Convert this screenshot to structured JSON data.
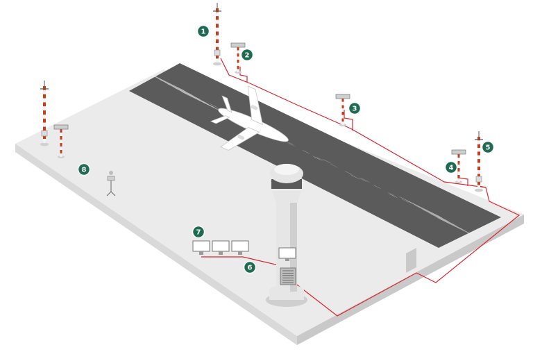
{
  "colors": {
    "platform_top": "#ebebeb",
    "platform_left": "#d9d9d9",
    "platform_front": "#c9c9c9",
    "runway": "#5b5b5b",
    "runway_marking": "#ffffff",
    "cable": "#d9262c",
    "callout_fill": "#1f6b52",
    "callout_text": "#ffffff",
    "mast_red": "#c2401e",
    "mast_white": "#f3f3f3",
    "tower": "#e6e6e6",
    "tower_shade": "#cfcfcf",
    "tower_window": "#5a5a5a",
    "aircraft": "#ffffff"
  },
  "callouts": [
    {
      "label": "1",
      "ref": "wind-mast-north"
    },
    {
      "label": "2",
      "ref": "sensor-station-north"
    },
    {
      "label": "3",
      "ref": "sensor-station-mid"
    },
    {
      "label": "4",
      "ref": "sensor-station-south"
    },
    {
      "label": "5",
      "ref": "wind-mast-south"
    },
    {
      "label": "6",
      "ref": "tower-equipment"
    },
    {
      "label": "7",
      "ref": "display-terminals"
    },
    {
      "label": "8",
      "ref": "field-sensor"
    }
  ],
  "icons": {
    "aircraft": "airplane-icon",
    "tower": "control-tower-icon",
    "mast": "wind-mast-icon",
    "sensor": "sensor-station-icon",
    "monitor": "monitor-icon",
    "rack": "server-rack-icon"
  }
}
